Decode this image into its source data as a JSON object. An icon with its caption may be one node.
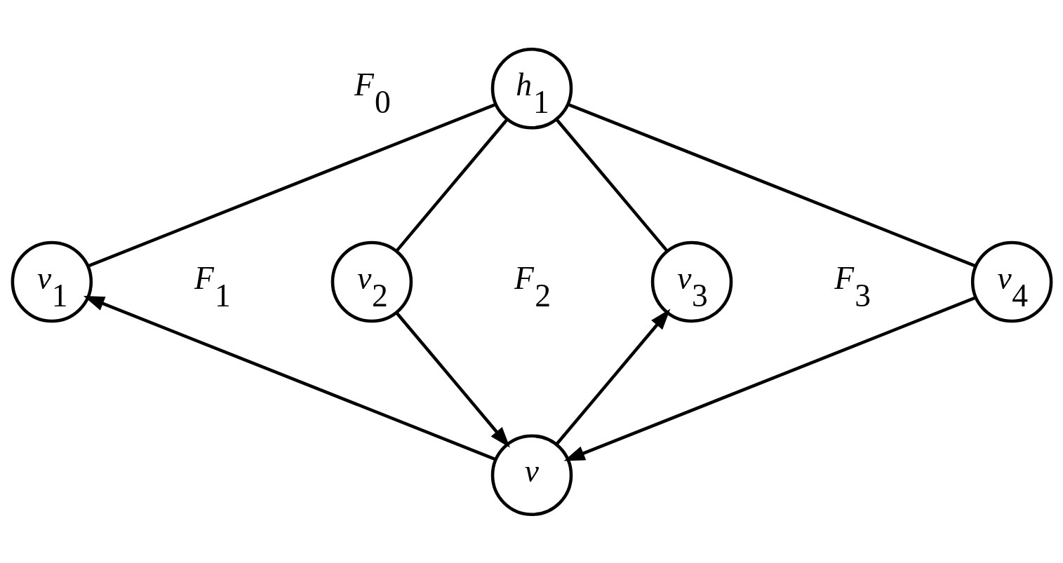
{
  "diagram": {
    "nodes": [
      {
        "text": [
          "h$_{1}$"
        ]
      },
      {
        "text": [
          "v$_{1}$"
        ]
      },
      {
        "text": [
          "v$_{2}$"
        ]
      },
      {
        "text": [
          "v$_{3}$"
        ]
      },
      {
        "text": [
          "v$_{4}$"
        ]
      },
      {
        "text": [
          "v"
        ]
      }
    ],
    "edges": [
      {
        "from": 0,
        "to": 1,
        "arrow": "none"
      },
      {
        "from": 0,
        "to": 2,
        "arrow": "none"
      },
      {
        "from": 0,
        "to": 3,
        "arrow": "none"
      },
      {
        "from": 0,
        "to": 4,
        "arrow": "none"
      },
      {
        "from": 5,
        "to": 1,
        "arrow": "to"
      },
      {
        "from": 2,
        "to": 5,
        "arrow": "to"
      },
      {
        "from": 5,
        "to": 3,
        "arrow": "to"
      },
      {
        "from": 4,
        "to": 5,
        "arrow": "to"
      }
    ],
    "labels": [
      "F$_{0}$",
      "F$_{1}$",
      "F$_{2}$",
      "F$_{3}$"
    ]
  }
}
